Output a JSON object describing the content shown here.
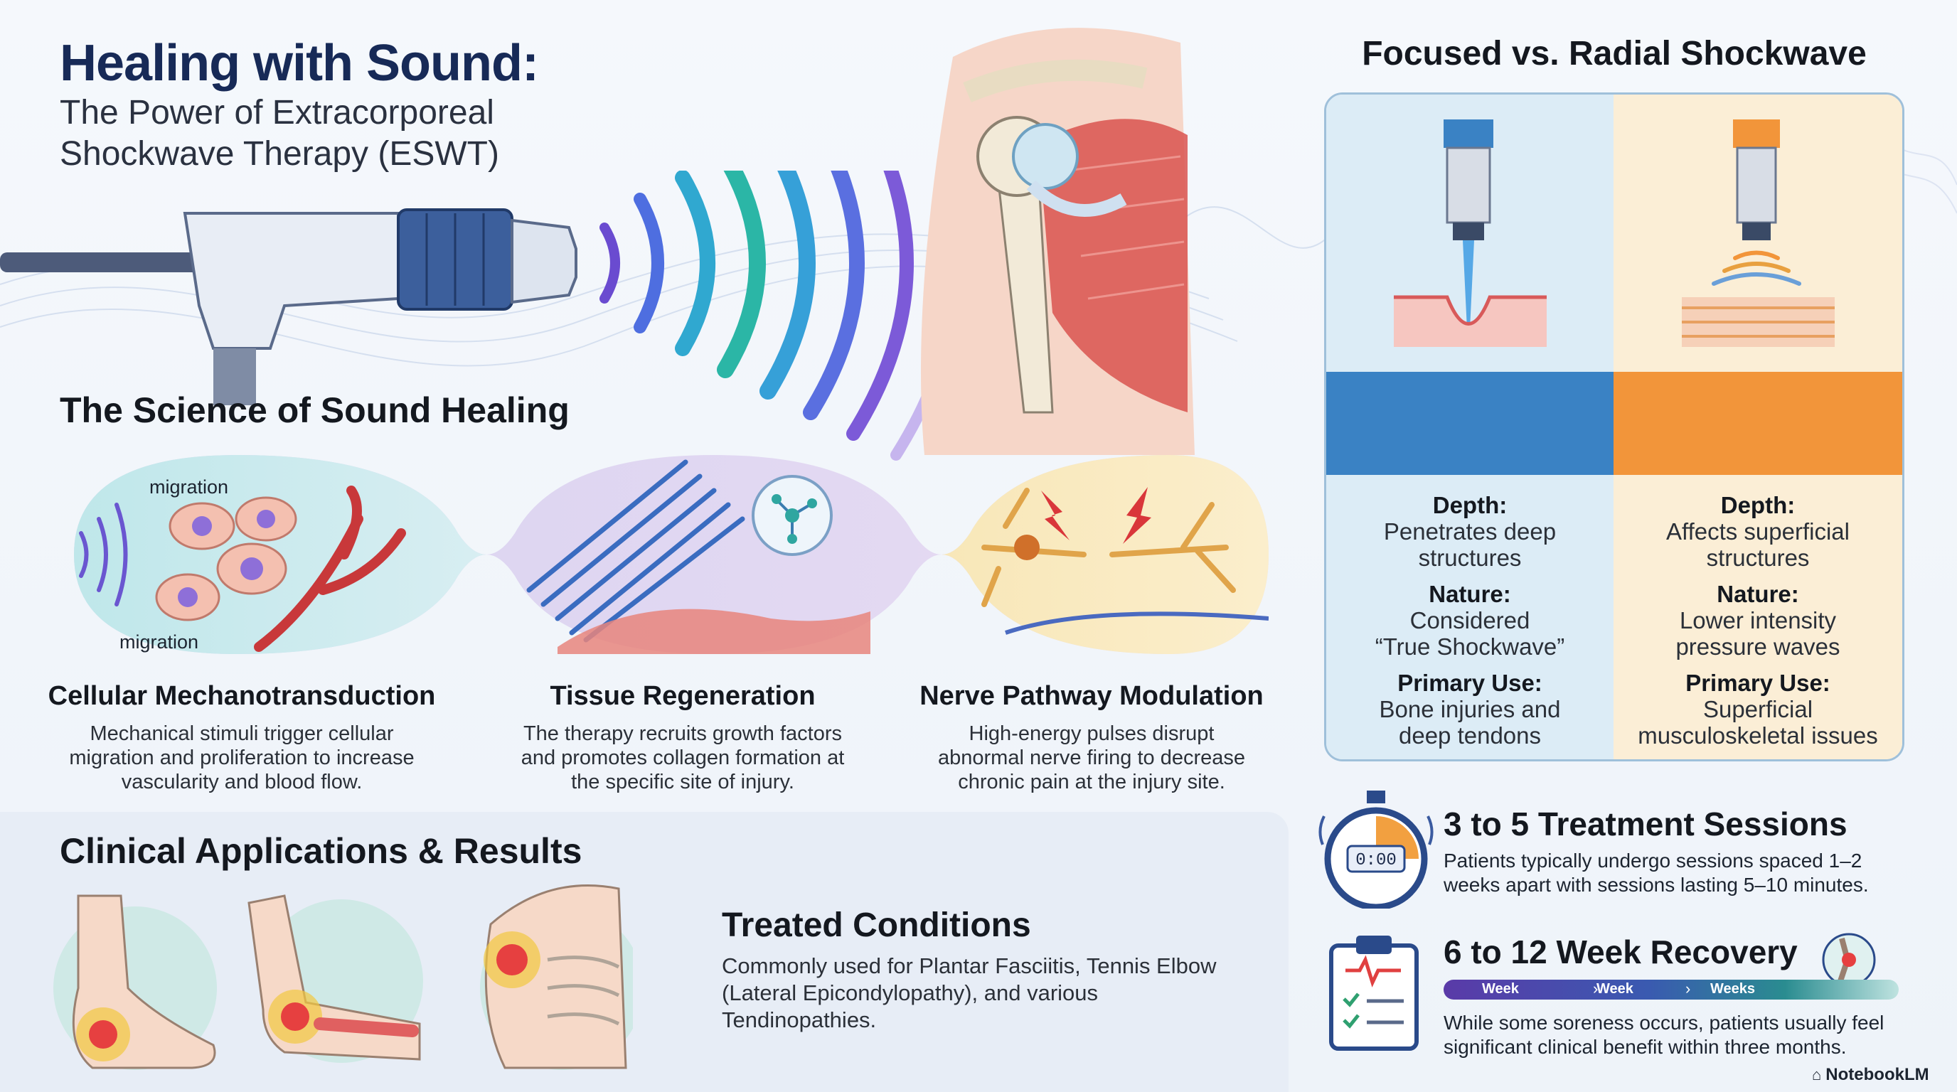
{
  "header": {
    "title": "Healing with Sound:",
    "subtitle_line1": "The Power of Extracorporeal",
    "subtitle_line2": "Shockwave Therapy (ESWT)"
  },
  "science": {
    "heading": "The Science of Sound Healing",
    "label_top": "migration",
    "label_bottom": "migration",
    "cards": [
      {
        "title": "Cellular Mechanotransduction",
        "line1": "Mechanical stimuli trigger cellular",
        "line2": "migration and proliferation to increase",
        "line3": "vascularity and blood flow."
      },
      {
        "title": "Tissue Regeneration",
        "line1": "The therapy recruits growth factors",
        "line2": "and promotes collagen formation at",
        "line3": "the specific site of injury."
      },
      {
        "title": "Nerve Pathway Modulation",
        "line1": "High-energy pulses disrupt",
        "line2": "abnormal nerve firing to decrease",
        "line3": "chronic pain at the injury site."
      }
    ]
  },
  "comparison": {
    "heading": "Focused vs. Radial Shockwave",
    "focused": {
      "depth_label": "Depth:",
      "depth_l1": "Penetrates deep",
      "depth_l2": "structures",
      "nature_label": "Nature:",
      "nature_l1": "Considered",
      "nature_l2": "“True Shockwave”",
      "use_label": "Primary Use:",
      "use_l1": "Bone injuries and",
      "use_l2": "deep tendons",
      "color": "#3a82c4"
    },
    "radial": {
      "depth_label": "Depth:",
      "depth_l1": "Affects superficial",
      "depth_l2": "structures",
      "nature_label": "Nature:",
      "nature_l1": "Lower intensity",
      "nature_l2": "pressure waves",
      "use_label": "Primary Use:",
      "use_l1": "Superficial",
      "use_l2": "musculoskeletal issues",
      "color": "#f2953a"
    }
  },
  "clinical": {
    "heading": "Clinical Applications & Results",
    "cond_title": "Treated Conditions",
    "cond_l1": "Commonly used for Plantar Fasciitis, Tennis Elbow",
    "cond_l2": "(Lateral Epicondylopathy), and various",
    "cond_l3": "Tendinopathies."
  },
  "sessions": {
    "timer_display": "0:00",
    "title": "3 to 5 Treatment Sessions",
    "line1": "Patients typically undergo sessions spaced 1–2",
    "line2": "weeks apart with sessions lasting 5–10 minutes."
  },
  "recovery": {
    "title": "6 to 12 Week Recovery",
    "bar_labels": [
      "Week",
      "Week",
      "Weeks"
    ],
    "line1": "While some soreness occurs, patients usually feel",
    "line2": "significant clinical benefit within three months."
  },
  "footer": {
    "brand": "NotebookLM"
  }
}
